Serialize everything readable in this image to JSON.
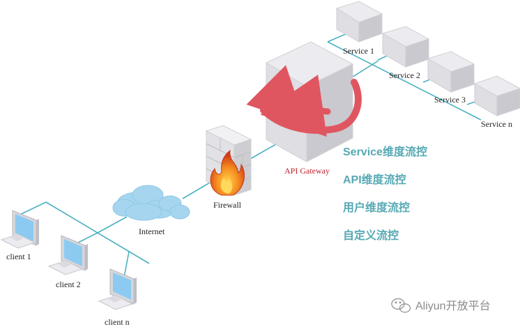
{
  "nodes": {
    "services": [
      "Service 1",
      "Service 2",
      "Service 3",
      "Service n"
    ],
    "gateway": "API Gateway",
    "firewall": "Firewall",
    "internet": "Internet",
    "clients": [
      "client 1",
      "client 2",
      "client n"
    ]
  },
  "flow_control": [
    "Service维度流控",
    "API维度流控",
    "用户维度流控",
    "自定义流控"
  ],
  "watermark": "Aliyun开放平台",
  "colors": {
    "line": "#4bb0c0",
    "flow_text": "#57a9b4",
    "gateway_label": "#c0202c",
    "arrow": "#e05660",
    "cube_front": "#dedee3",
    "cube_side": "#c9c9cf",
    "cube_top": "#ececf0",
    "screen": "#8ccaf2",
    "cloud": "#a6d6ef",
    "flame": "#f0701c"
  }
}
